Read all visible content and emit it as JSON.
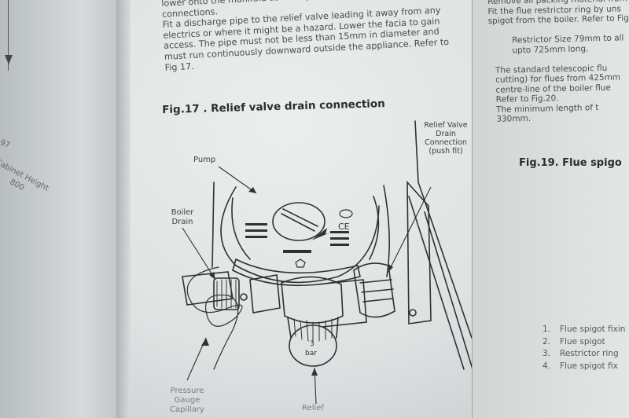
{
  "left_page": {
    "number": "97",
    "cabinet_label_line1": "Cabinet Height",
    "cabinet_label_line2": "800"
  },
  "main": {
    "paragraph1": [
      "lower onto the manifold assembly. Tighten the gas and water",
      "connections."
    ],
    "paragraph2": [
      "Fit a discharge pipe to the relief valve leading it away from any",
      "electrics or where it might be a hazard. Lower the facia to gain",
      "access. The pipe must not be less than 15mm in diameter and",
      "must run continuously downward outside the appliance. Refer to",
      "Fig 17."
    ],
    "figure_title": "Fig.17 . Relief valve drain connection"
  },
  "diagram_labels": {
    "pump": "Pump",
    "boiler_drain_1": "Boiler",
    "boiler_drain_2": "Drain",
    "relief_1": "Relief Valve",
    "relief_2": "Drain",
    "relief_3": "Connection",
    "relief_4": "(push fit)",
    "gauge_1": "Pressure",
    "gauge_2": "Gauge",
    "gauge_3": "Capillary",
    "relief_valve_1": "Relief",
    "pressure_unit_1": "3",
    "pressure_unit_2": "bar",
    "ce_mark": "CE"
  },
  "right_page": {
    "lines": [
      "Remove all packing material from",
      "Fit the flue restrictor ring by uns",
      "spigot from the boiler. Refer to Fig",
      "",
      "   Restrictor Size 79mm to all",
      "   upto 725mm long.",
      "",
      "The standard telescopic flu",
      "cutting) for flues from 425mm",
      "centre-line of the boiler flue",
      "Refer to Fig.20.",
      "The minimum length of t",
      "330mm."
    ],
    "figure_title": "Fig.19. Flue spigo",
    "legend": [
      {
        "num": "1.",
        "text": "Flue spigot fixin"
      },
      {
        "num": "2.",
        "text": "Flue spigot"
      },
      {
        "num": "3.",
        "text": "Restrictor ring"
      },
      {
        "num": "4.",
        "text": "Flue spigot fix"
      }
    ]
  }
}
